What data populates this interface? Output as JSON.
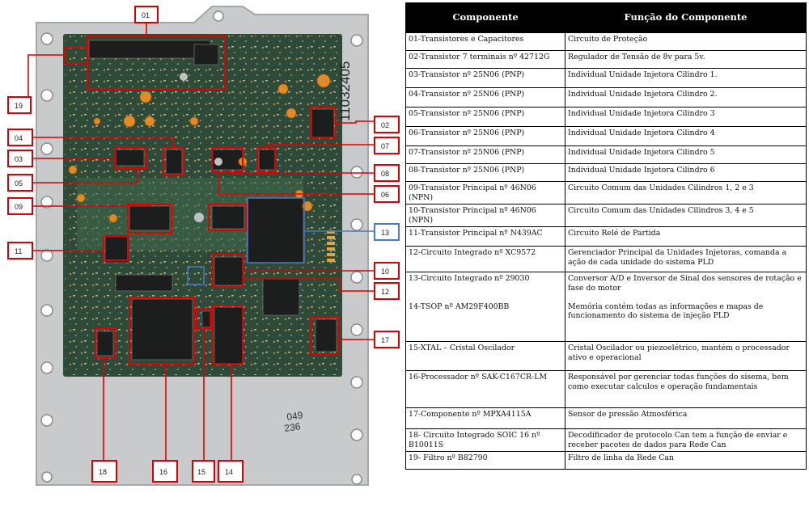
{
  "table": {
    "header": [
      "Componente",
      "Função do Componente"
    ],
    "rows": [
      [
        "01-Transistores e Capacitores",
        "Circuito de Proteção"
      ],
      [
        "02-Transistor 7 terminais nº 42712G",
        "Regulador de Tensão de 8v para 5v."
      ],
      [
        "03-Transistor nº 25N06 (PNP)",
        "Individual Unidade Injetora Cilindro 1."
      ],
      [
        "04-Transistor nº 25N06 (PNP)",
        "Individual Unidade Injetora Cilindro 2."
      ],
      [
        "05-Transistor nº 25N06 (PNP)",
        "Individual Unidade Injetora Cilindro 3"
      ],
      [
        "06-Transistor nº 25N06 (PNP)",
        "Individual Unidade Injetora Cilindro 4"
      ],
      [
        "07-Transistor nº 25N06 (PNP)",
        "Individual Unidade Injetora Cilindro 5"
      ],
      [
        "08-Transistor nº 25N06 (PNP)",
        "Individual Unidade Injetora Cilindro 6"
      ],
      [
        "09-Transistor Principal nº 46N06 (NPN)",
        "Circuito Comum das Unidades Cilindros 1, 2 e 3"
      ],
      [
        "10-Transistor Principal nº 46N06 (NPN)",
        "Circuito Comum das Unidades Cilindros 3, 4 e 5"
      ],
      [
        "11-Transistor Principal nº N439AC",
        "Circuito Relé de Partida"
      ],
      [
        "12-Circuito Integrado nº XC9572",
        "Gerenciador Principal da Unidades Injetoras, comanda a ação de cada unidade do sistema PLD"
      ],
      [
        "13-Circuito Integrado nº 29030\n\n\n14-TSOP nº AM29F400BB",
        "Conversor A/D e Inversor de Sinal dos sensores de rotação e fase do motor\n\nMemória contém todas as informações e mapas de funcionamento do sistema de injeção PLD"
      ],
      [
        "15-XTAL – Cristal Oscilador",
        "Cristal Oscilador ou piezoelétrico, mantém o processador ativo e operacional"
      ],
      [
        "16-Processador nº SAK-C167CR-LM",
        "Responsável por gerenciar todas funções do sisema, bem como executar calculos e operação fundamentais"
      ],
      [
        "17-Componente nº MPXA4115A",
        "Sensor de pressão Atmosférica"
      ],
      [
        "18- Circuito Integrado SOIC 16 nº B10011S",
        "Decodificador de protocolo Can tem a função de enviar e receber pacotes de dados para Rede Can"
      ],
      [
        "19- Filtro nº B82790",
        "Filtro de linha da Rede Can"
      ]
    ]
  },
  "board": {
    "serial": "11032405",
    "stamp": [
      "049",
      "236"
    ],
    "callouts": [
      "01",
      "02",
      "03",
      "04",
      "05",
      "06",
      "07",
      "08",
      "09",
      "10",
      "11",
      "12",
      "13",
      "14",
      "15",
      "16",
      "17",
      "18",
      "19"
    ]
  }
}
